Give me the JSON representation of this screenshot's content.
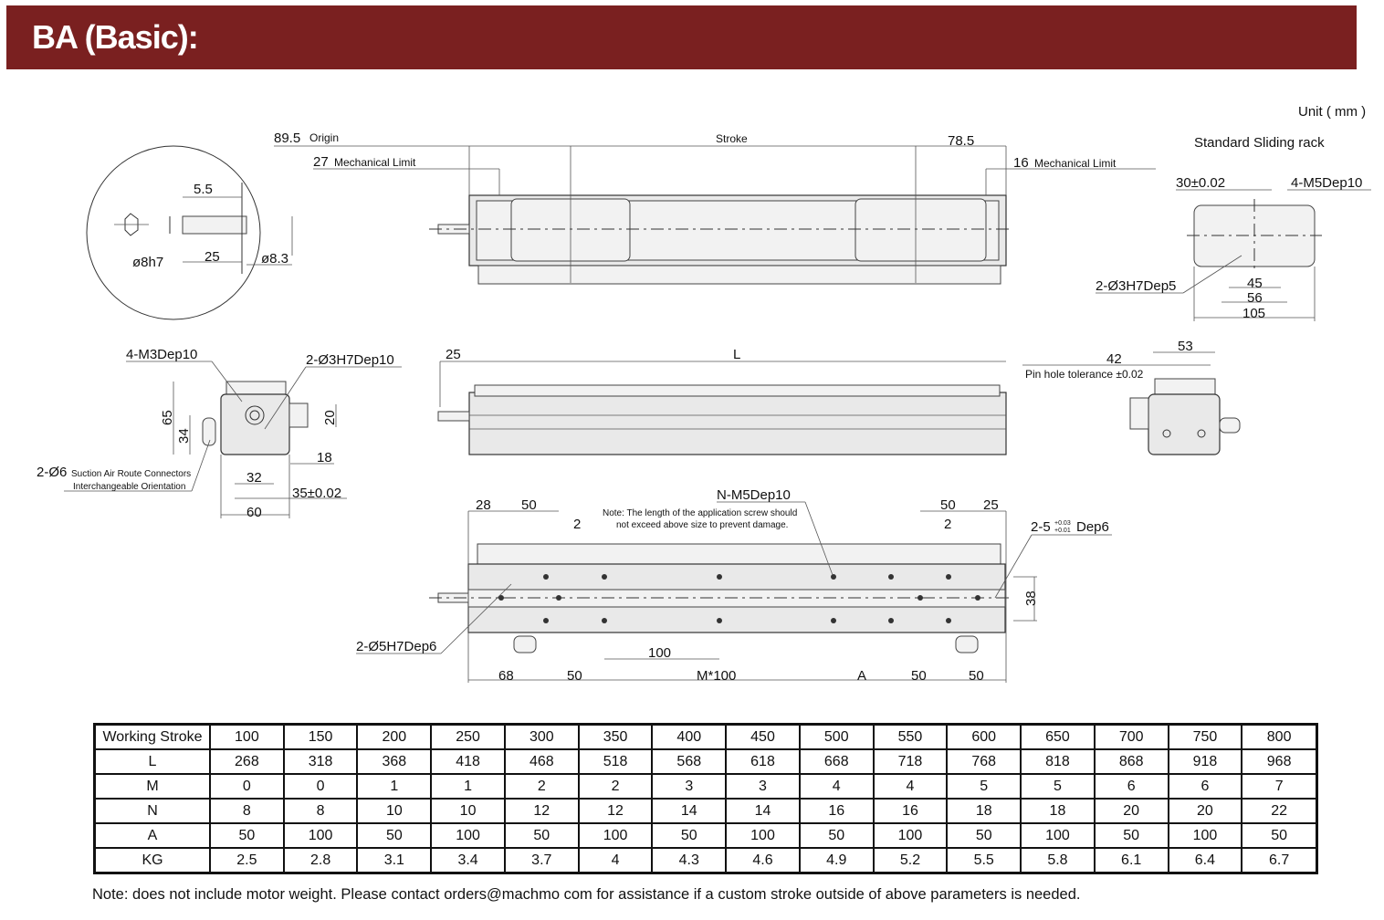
{
  "header": {
    "title": "BA (Basic):"
  },
  "unit": "Unit ( mm )",
  "end_view": {
    "d1": "5.5",
    "d2": "25",
    "d3": "ø8h7",
    "d4": "ø8.3"
  },
  "top_view": {
    "origin_value": "89.5",
    "origin_label": "Origin",
    "mech_limit_left_value": "27",
    "mech_limit_left_label": "Mechanical Limit",
    "stroke": "Stroke",
    "right_value": "78.5",
    "mech_limit_right_value": "16",
    "mech_limit_right_label": "Mechanical Limit"
  },
  "sliding_rack": {
    "title": "Standard Sliding rack",
    "d30": "30±0.02",
    "holes_m5": "4-M5Dep10",
    "pin": "2-Ø3H7Dep5",
    "d45": "45",
    "d56": "56",
    "d105": "105"
  },
  "front_view": {
    "m3": "4-M3Dep10",
    "pin": "2-Ø3H7Dep10",
    "d65": "65",
    "d34": "34",
    "d20": "20",
    "d18": "18",
    "d32": "32",
    "d35": "35±0.02",
    "d60": "60",
    "conn_prefix": "2-Ø6",
    "conn_label1": "Suction Air Route Connectors",
    "conn_label2": "Interchangeable Orientation"
  },
  "side_view": {
    "d25": "25",
    "L": "L"
  },
  "right_side": {
    "d42": "42",
    "d53": "53",
    "pin_tol": "Pin hole tolerance ±0.02"
  },
  "bottom_view": {
    "d28": "28",
    "d50a": "50",
    "d2a": "2",
    "nm5": "N-M5Dep10",
    "note1": "Note: The length of the application screw should",
    "note2": "not exceed above size to prevent damage.",
    "d50b": "50",
    "d25": "25",
    "d2b": "2",
    "pin5": "2-5",
    "pin5_tol_up": "+0.03",
    "pin5_tol_dn": "+0.01",
    "pin5_suffix": "Dep6",
    "d38": "38",
    "pin_left": "2-Ø5H7Dep6",
    "d100": "100",
    "b68": "68",
    "b50a": "50",
    "bM": "M*100",
    "bA": "A",
    "b50b": "50",
    "b50c": "50"
  },
  "table": {
    "rows": [
      {
        "label": "Working Stroke",
        "values": [
          "100",
          "150",
          "200",
          "250",
          "300",
          "350",
          "400",
          "450",
          "500",
          "550",
          "600",
          "650",
          "700",
          "750",
          "800"
        ]
      },
      {
        "label": "L",
        "values": [
          "268",
          "318",
          "368",
          "418",
          "468",
          "518",
          "568",
          "618",
          "668",
          "718",
          "768",
          "818",
          "868",
          "918",
          "968"
        ]
      },
      {
        "label": "M",
        "values": [
          "0",
          "0",
          "1",
          "1",
          "2",
          "2",
          "3",
          "3",
          "4",
          "4",
          "5",
          "5",
          "6",
          "6",
          "7"
        ]
      },
      {
        "label": "N",
        "values": [
          "8",
          "8",
          "10",
          "10",
          "12",
          "12",
          "14",
          "14",
          "16",
          "16",
          "18",
          "18",
          "20",
          "20",
          "22"
        ]
      },
      {
        "label": "A",
        "values": [
          "50",
          "100",
          "50",
          "100",
          "50",
          "100",
          "50",
          "100",
          "50",
          "100",
          "50",
          "100",
          "50",
          "100",
          "50"
        ]
      },
      {
        "label": "KG",
        "values": [
          "2.5",
          "2.8",
          "3.1",
          "3.4",
          "3.7",
          "4",
          "4.3",
          "4.6",
          "4.9",
          "5.2",
          "5.5",
          "5.8",
          "6.1",
          "6.4",
          "6.7"
        ]
      }
    ]
  },
  "footer_note": "Note: does not include motor weight. Please contact orders@machmo com for assistance if a custom stroke outside of above parameters is needed.",
  "colors": {
    "banner": "#7a2020"
  }
}
